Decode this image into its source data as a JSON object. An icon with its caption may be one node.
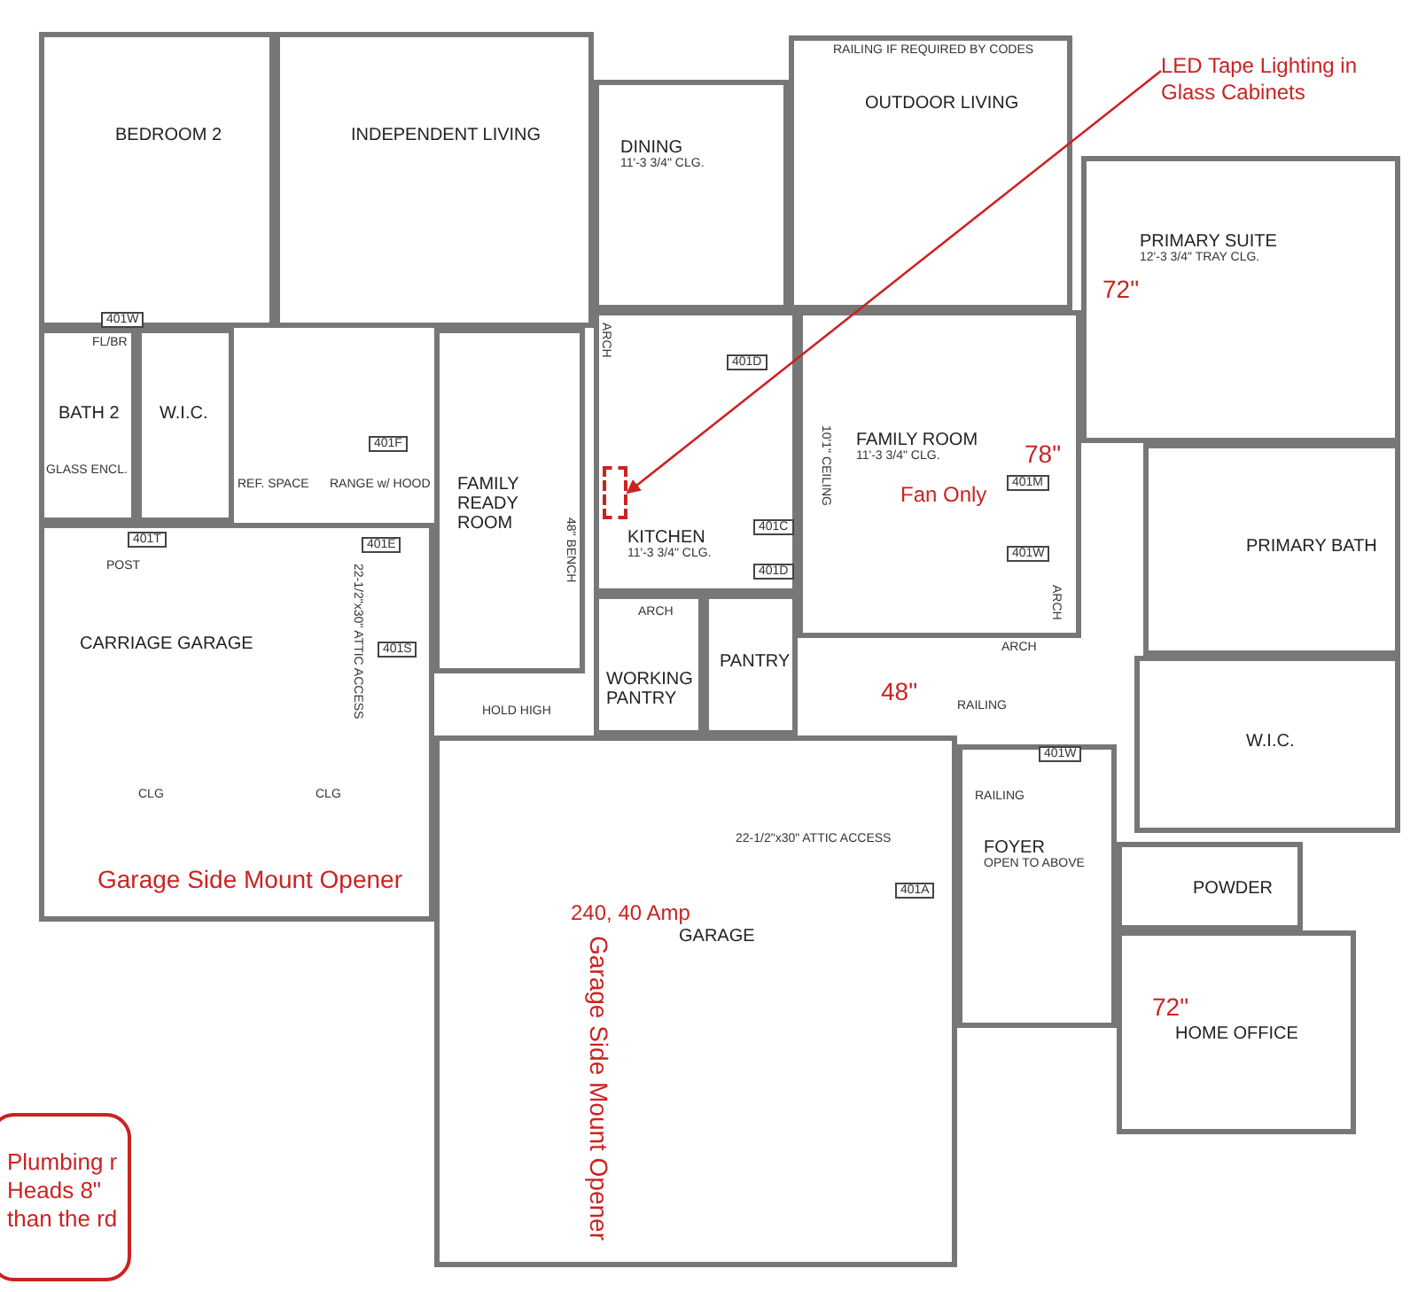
{
  "diagram": {
    "nodes": [
      {
        "text": [
          "BEDROOM 2"
        ]
      },
      {
        "text": [
          "INDEPENDENT LIVING"
        ]
      },
      {
        "text": [
          "BATH 2"
        ]
      },
      {
        "text": [
          "W.I.C."
        ]
      },
      {
        "text": [
          "CARRIAGE GARAGE"
        ]
      },
      {
        "text": [
          "FAMILY READY ROOM"
        ]
      },
      {
        "text": [
          "DINING",
          "11'-3 3/4\" CLG."
        ]
      },
      {
        "text": [
          "OUTDOOR LIVING"
        ]
      },
      {
        "text": [
          "KITCHEN",
          "11'-3 3/4\" CLG."
        ]
      },
      {
        "text": [],
        "shape": "box",
        "in": 8
      },
      {
        "text": [
          "FAMILY ROOM",
          "11'-3 3/4\" CLG."
        ]
      },
      {
        "text": [
          "PRIMARY SUITE",
          "12'-3 3/4\" TRAY CLG."
        ]
      },
      {
        "text": [
          "PRIMARY BATH"
        ]
      },
      {
        "text": [
          "WORKING PANTRY"
        ]
      },
      {
        "text": [
          "PANTRY"
        ]
      },
      {
        "text": [
          "W.I.C."
        ]
      },
      {
        "text": [
          "FOYER",
          "OPEN TO ABOVE"
        ]
      },
      {
        "text": [
          "POWDER"
        ]
      },
      {
        "text": [
          "HOME OFFICE"
        ]
      },
      {
        "text": [
          "GARAGE"
        ]
      },
      {
        "text": [
          "LED Tape Lighting in Glass Cabinets"
        ]
      },
      {
        "text": [
          "Plumbing r Heads 8\" than the rd"
        ]
      }
    ],
    "edges": [
      {
        "from": 20,
        "to": 9,
        "arrow": "to",
        "color": "#cc2222"
      }
    ],
    "labels": [
      "RAILING IF REQUIRED BY CODES",
      "ARCH",
      "401W",
      "FL/BR",
      "401D",
      "72\"",
      "78\"",
      "Fan Only",
      "401F",
      "GLASS ENCL.",
      "REF. SPACE",
      "RANGE w/ HOOD",
      "10'1\" CEILING",
      "401M",
      "401C",
      "401E",
      "401T",
      "POST",
      "48\" BENCH",
      "401D",
      "401W",
      "22-1/2\"x30\" ATTIC ACCESS",
      "ARCH",
      "ARCH",
      "401S",
      "48\"",
      "RAILING",
      "ARCH",
      "HOLD HIGH",
      "401W",
      "RAILING",
      "CLG",
      "CLG",
      "22-1/2\"x30\" ATTIC ACCESS",
      "401A",
      "Garage Side Mount Opener",
      "240, 40 Amp",
      "72\"",
      "Garage Side Mount Opener"
    ]
  }
}
